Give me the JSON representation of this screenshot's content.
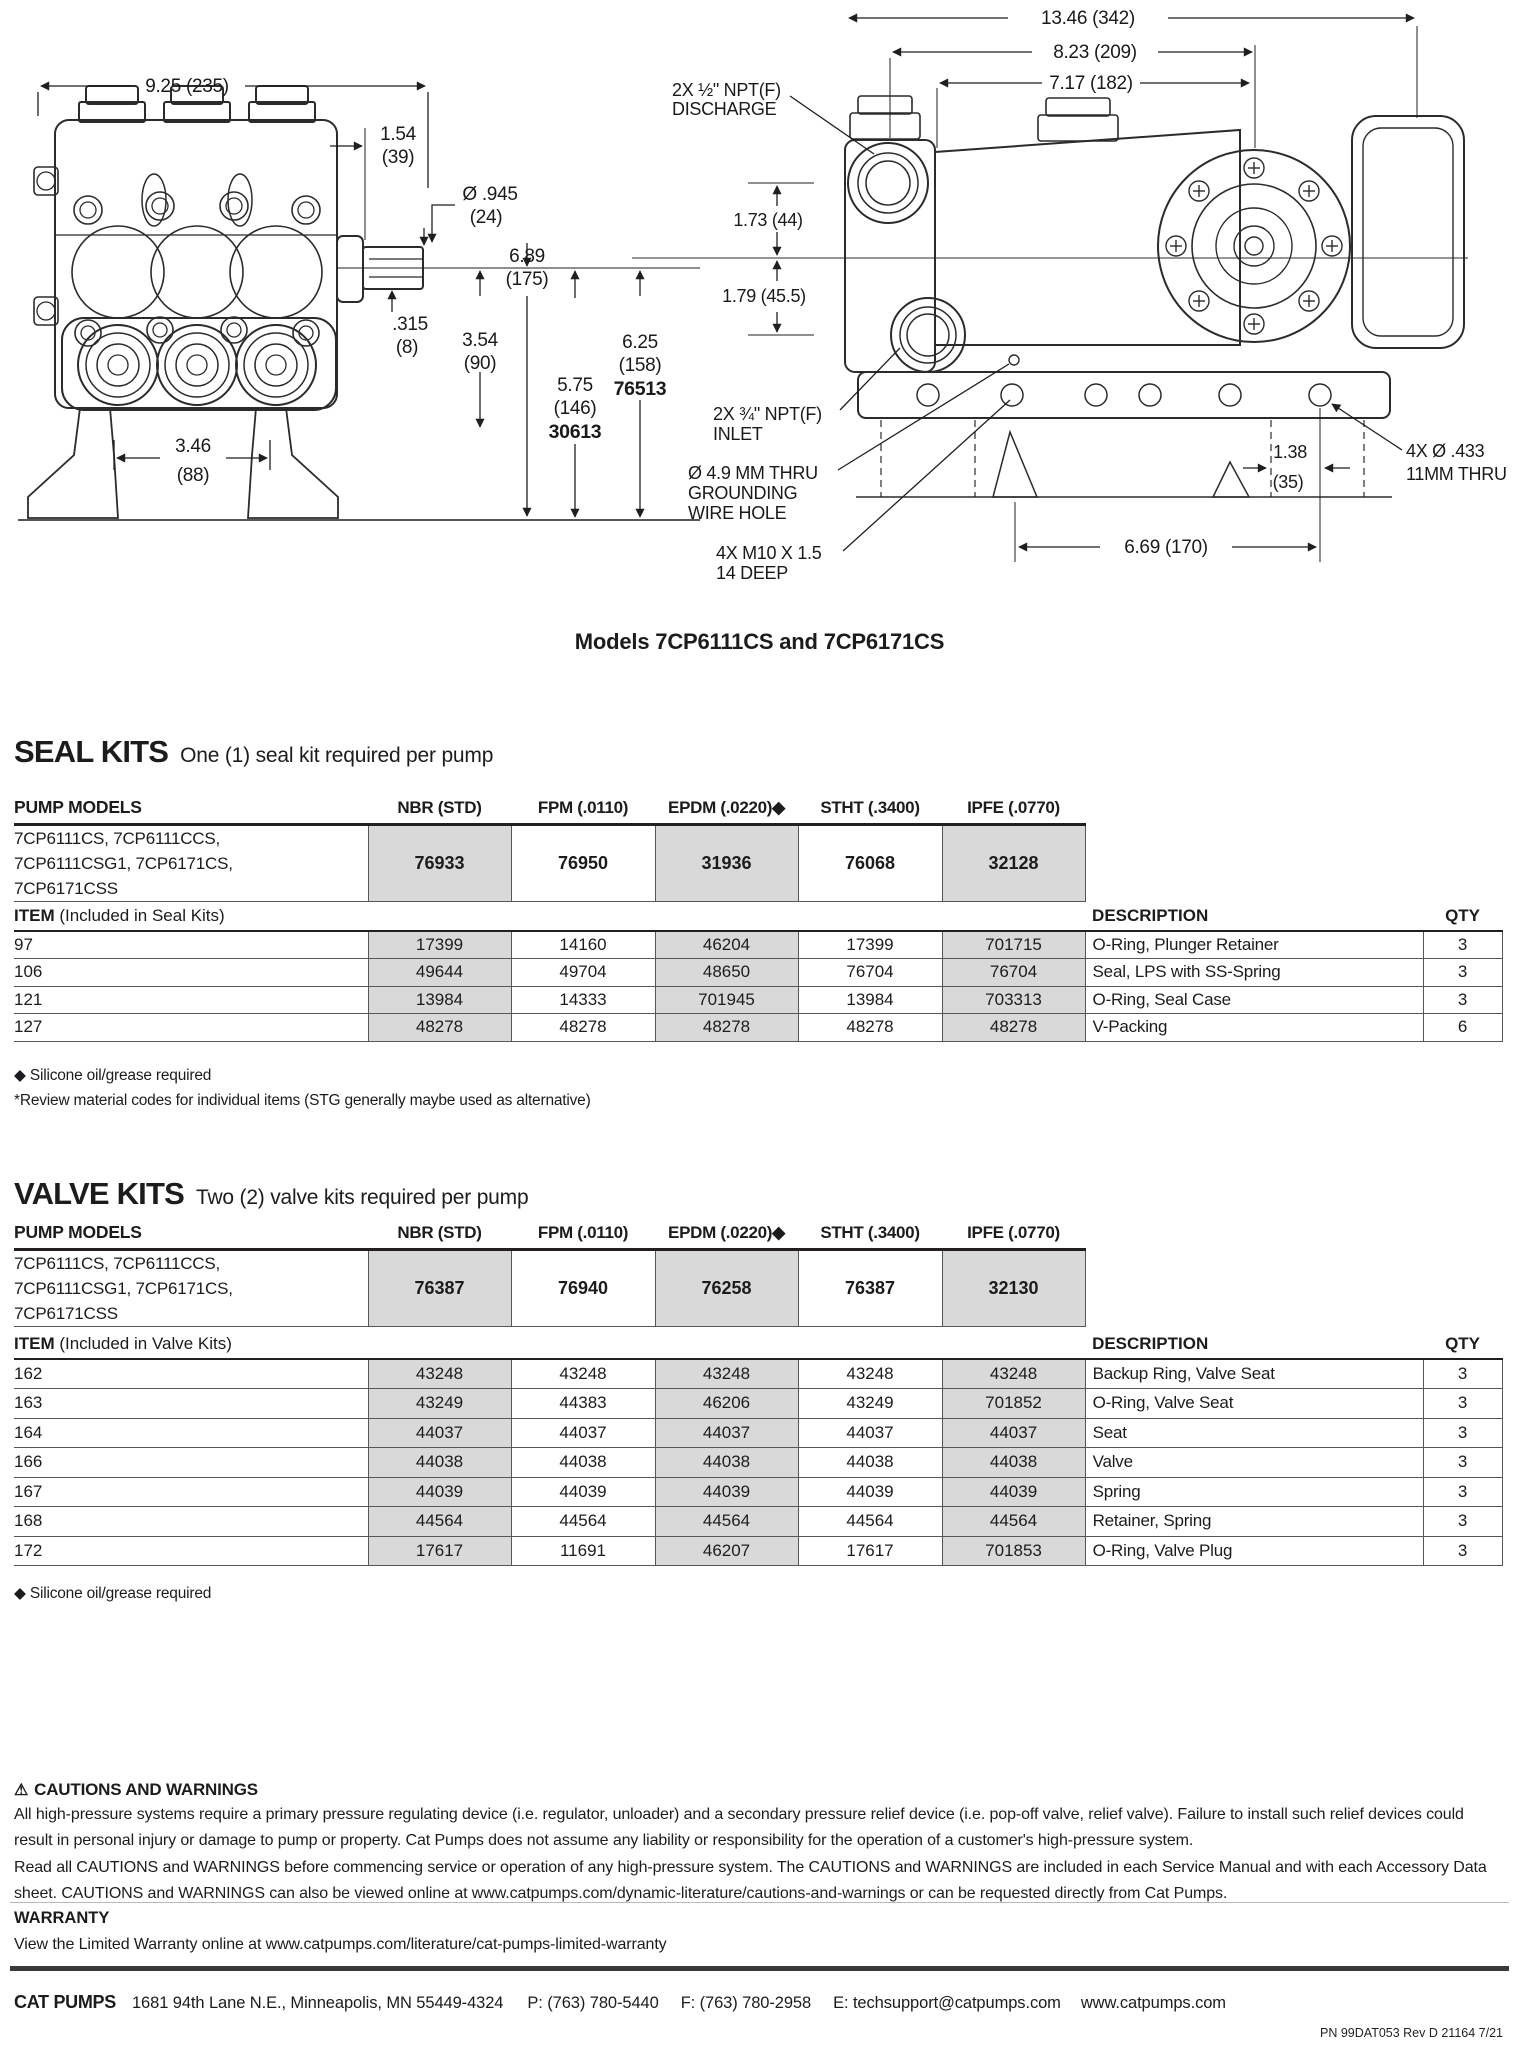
{
  "colors": {
    "shade": "#d9d9d9",
    "rule": "#3a3a3c",
    "table_line": "#55565a"
  },
  "page": {
    "caption": "Models 7CP6111CS and 7CP6171CS",
    "pn_line": "PN 99DAT053 Rev D  21164  7/21"
  },
  "diagram_front": {
    "width": "9.25 (235)",
    "offset1": "1.54",
    "offset2": "(39)",
    "shaft_dia1": "Ø .945",
    "shaft_dia2": "(24)",
    "height1": "6.89",
    "height2": "(175)",
    "key1": ".315",
    "key2": "(8)",
    "ctr1": "3.54",
    "ctr2": "(90)",
    "rail1a": "5.75",
    "rail1b": "(146)",
    "rail1pn": "30613",
    "rail2a": "6.25",
    "rail2b": "(158)",
    "rail2pn": "76513",
    "foot1": "3.46",
    "foot2": "(88)"
  },
  "diagram_side": {
    "len1": "13.46 (342)",
    "len2": "8.23 (209)",
    "len3": "7.17 (182)",
    "discharge1": "2X ½\" NPT(F)",
    "discharge2": "DISCHARGE",
    "p1": "1.73 (44)",
    "p2": "1.79 (45.5)",
    "inlet1": "2X ¾\" NPT(F)",
    "inlet2": "INLET",
    "gnd1": "Ø 4.9 MM THRU",
    "gnd2": "GROUNDING",
    "gnd3": "WIRE HOLE",
    "m10a": "4X M10 X 1.5",
    "m10b": "14 DEEP",
    "span": "6.69 (170)",
    "edge1": "1.38",
    "edge2": "(35)",
    "holes1": "4X Ø .433",
    "holes2": "11MM THRU"
  },
  "seal_kits": {
    "title": "SEAL KITS",
    "subtitle": "One (1) seal kit required per pump",
    "columns": [
      "PUMP MODELS",
      "NBR (STD)",
      "FPM (.0110)",
      "EPDM (.0220)◆",
      "STHT (.3400)",
      "IPFE (.0770)"
    ],
    "models": "7CP6111CS, 7CP6111CCS, 7CP6111CSG1, 7CP6171CS, 7CP6171CSS",
    "kit_numbers": [
      "76933",
      "76950",
      "31936",
      "76068",
      "32128"
    ],
    "item_header": "ITEM",
    "item_header_note": " (Included in Seal Kits)",
    "desc_header": "DESCRIPTION",
    "qty_header": "QTY",
    "items": [
      {
        "item": "97",
        "values": [
          "17399",
          "14160",
          "46204",
          "17399",
          "701715"
        ],
        "desc": "O-Ring, Plunger Retainer",
        "qty": "3"
      },
      {
        "item": "106",
        "values": [
          "49644",
          "49704",
          "48650",
          "76704",
          "76704"
        ],
        "desc": "Seal, LPS with SS-Spring",
        "qty": "3"
      },
      {
        "item": "121",
        "values": [
          "13984",
          "14333",
          "701945",
          "13984",
          "703313"
        ],
        "desc": "O-Ring, Seal Case",
        "qty": "3"
      },
      {
        "item": "127",
        "values": [
          "48278",
          "48278",
          "48278",
          "48278",
          "48278"
        ],
        "desc": "V-Packing",
        "qty": "6"
      }
    ],
    "footnote1": "◆ Silicone oil/grease required",
    "footnote2": "*Review material codes for individual items (STG generally maybe used as alternative)"
  },
  "valve_kits": {
    "title": "VALVE KITS",
    "subtitle": "Two (2) valve kits required per pump",
    "columns": [
      "PUMP MODELS",
      "NBR (STD)",
      "FPM (.0110)",
      "EPDM (.0220)◆",
      "STHT (.3400)",
      "IPFE (.0770)"
    ],
    "models": "7CP6111CS, 7CP6111CCS, 7CP6111CSG1, 7CP6171CS, 7CP6171CSS",
    "kit_numbers": [
      "76387",
      "76940",
      "76258",
      "76387",
      "32130"
    ],
    "item_header": "ITEM",
    "item_header_note": " (Included in Valve Kits)",
    "desc_header": "DESCRIPTION",
    "qty_header": "QTY",
    "items": [
      {
        "item": "162",
        "values": [
          "43248",
          "43248",
          "43248",
          "43248",
          "43248"
        ],
        "desc": "Backup Ring, Valve Seat",
        "qty": "3"
      },
      {
        "item": "163",
        "values": [
          "43249",
          "44383",
          "46206",
          "43249",
          "701852"
        ],
        "desc": "O-Ring, Valve Seat",
        "qty": "3"
      },
      {
        "item": "164",
        "values": [
          "44037",
          "44037",
          "44037",
          "44037",
          "44037"
        ],
        "desc": "Seat",
        "qty": "3"
      },
      {
        "item": "166",
        "values": [
          "44038",
          "44038",
          "44038",
          "44038",
          "44038"
        ],
        "desc": "Valve",
        "qty": "3"
      },
      {
        "item": "167",
        "values": [
          "44039",
          "44039",
          "44039",
          "44039",
          "44039"
        ],
        "desc": "Spring",
        "qty": "3"
      },
      {
        "item": "168",
        "values": [
          "44564",
          "44564",
          "44564",
          "44564",
          "44564"
        ],
        "desc": "Retainer, Spring",
        "qty": "3"
      },
      {
        "item": "172",
        "values": [
          "17617",
          "11691",
          "46207",
          "17617",
          "701853"
        ],
        "desc": "O-Ring, Valve Plug",
        "qty": "3"
      }
    ],
    "footnote1": "◆ Silicone oil/grease required"
  },
  "cautions": {
    "warning_icon": "⚠",
    "title": "CAUTIONS AND WARNINGS",
    "para1": "All high-pressure systems require a primary pressure regulating device (i.e. regulator, unloader) and a secondary pressure relief device (i.e. pop-off valve, relief valve). Failure to install such relief devices could result in personal injury or damage to pump or property. Cat Pumps does not assume any liability or responsibility for the operation of a customer's high-pressure system.",
    "para2": "Read all CAUTIONS and WARNINGS before commencing service or operation of any high-pressure system. The CAUTIONS and WARNINGS are included in each Service Manual and with each Accessory Data sheet. CAUTIONS and WARNINGS can also be viewed online at www.catpumps.com/dynamic-literature/cautions-and-warnings or can be requested directly from Cat Pumps."
  },
  "warranty": {
    "title": "WARRANTY",
    "text": "View the Limited Warranty online at www.catpumps.com/literature/cat-pumps-limited-warranty"
  },
  "footer": {
    "brand": "CAT PUMPS",
    "address": "1681 94th Lane N.E., Minneapolis, MN 55449-4324",
    "phone": "P: (763) 780-5440",
    "fax": "F: (763) 780-2958",
    "email": "E: techsupport@catpumps.com",
    "web": "www.catpumps.com"
  }
}
